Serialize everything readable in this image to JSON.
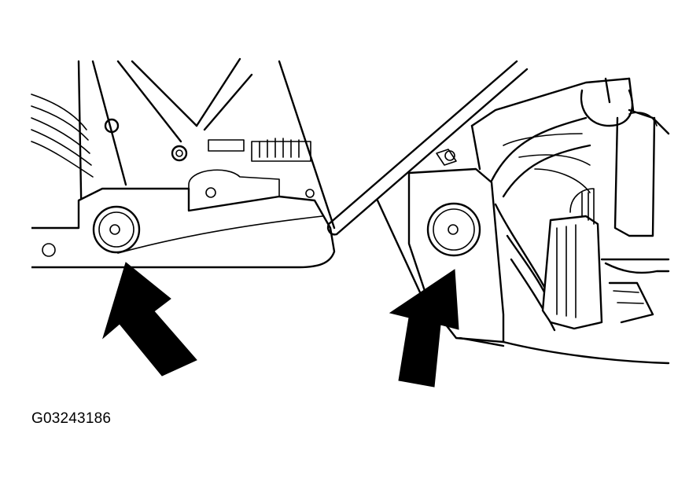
{
  "figure": {
    "id_label": "G03243186"
  },
  "colors": {
    "line": "#000000",
    "background": "#ffffff"
  },
  "callouts": [
    {
      "name": "left-bolt-arrow",
      "points_to": "left-mounting-bolt"
    },
    {
      "name": "right-bolt-arrow",
      "points_to": "right-mounting-bolt"
    }
  ]
}
